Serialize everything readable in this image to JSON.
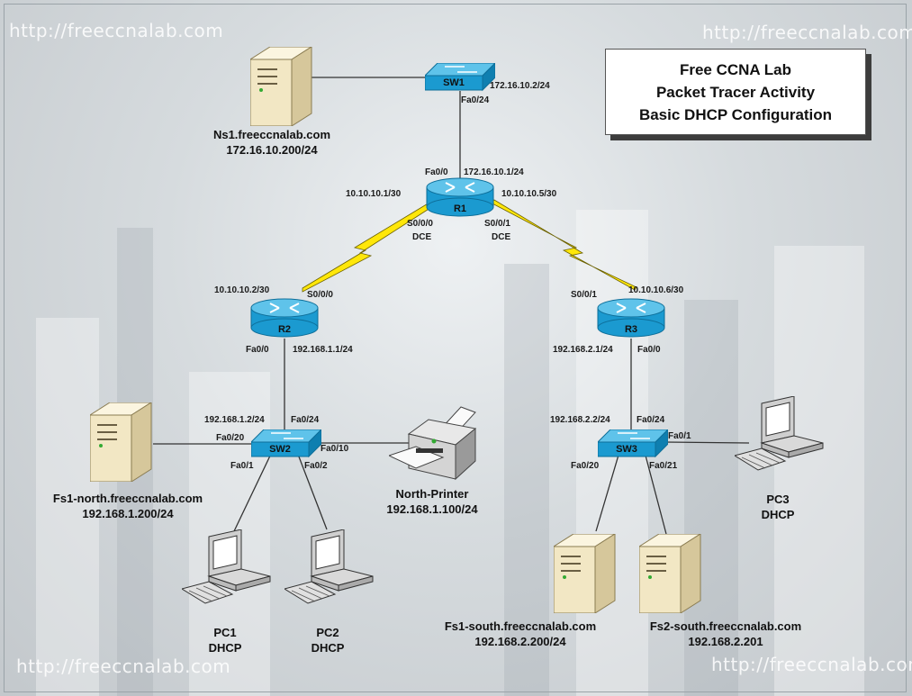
{
  "watermark": "http://freeccnalab.com",
  "title": {
    "line1": "Free CCNA Lab",
    "line2": "Packet Tracer Activity",
    "line3": "Basic DHCP Configuration"
  },
  "devices": {
    "sw1": "SW1",
    "sw2": "SW2",
    "sw3": "SW3",
    "r1": "R1",
    "r2": "R2",
    "r3": "R3"
  },
  "hosts": {
    "ns1": {
      "name": "Ns1.freeccnalab.com",
      "addr": "172.16.10.200/24"
    },
    "fs1north": {
      "name": "Fs1-north.freeccnalab.com",
      "addr": "192.168.1.200/24"
    },
    "printer": {
      "name": "North-Printer",
      "addr": "192.168.1.100/24"
    },
    "pc1": {
      "name": "PC1",
      "addr": "DHCP"
    },
    "pc2": {
      "name": "PC2",
      "addr": "DHCP"
    },
    "pc3": {
      "name": "PC3",
      "addr": "DHCP"
    },
    "fs1south": {
      "name": "Fs1-south.freeccnalab.com",
      "addr": "192.168.2.200/24"
    },
    "fs2south": {
      "name": "Fs2-south.freeccnalab.com",
      "addr": "192.168.2.201"
    }
  },
  "labels": {
    "sw1_ip": "172.16.10.2/24",
    "sw1_fa024": "Fa0/24",
    "r1_fa00": "Fa0/0",
    "r1_ip_lan": "172.16.10.1/24",
    "r1_s000_ip": "10.10.10.1/30",
    "r1_s001_ip": "10.10.10.5/30",
    "r1_s000": "S0/0/0",
    "r1_s000_dce": "DCE",
    "r1_s001": "S0/0/1",
    "r1_s001_dce": "DCE",
    "r2_s_ip": "10.10.10.2/30",
    "r2_s000": "S0/0/0",
    "r2_fa00": "Fa0/0",
    "r2_lan_ip": "192.168.1.1/24",
    "r3_s001": "S0/0/1",
    "r3_s_ip": "10.10.10.6/30",
    "r3_lan_ip": "192.168.2.1/24",
    "r3_fa00": "Fa0/0",
    "sw2_ip": "192.168.1.2/24",
    "sw2_fa024": "Fa0/24",
    "sw2_fa020": "Fa0/20",
    "sw2_fa010": "Fa0/10",
    "sw2_fa01": "Fa0/1",
    "sw2_fa02": "Fa0/2",
    "sw3_ip": "192.168.2.2/24",
    "sw3_fa024": "Fa0/24",
    "sw3_fa01": "Fa0/1",
    "sw3_fa020": "Fa0/20",
    "sw3_fa021": "Fa0/21"
  },
  "colors": {
    "device_blue": "#1b9ad0",
    "device_dark": "#0d6e99",
    "serial_link": "#ffe70a",
    "link": "#333333",
    "server_body": "#f2e7c4"
  }
}
